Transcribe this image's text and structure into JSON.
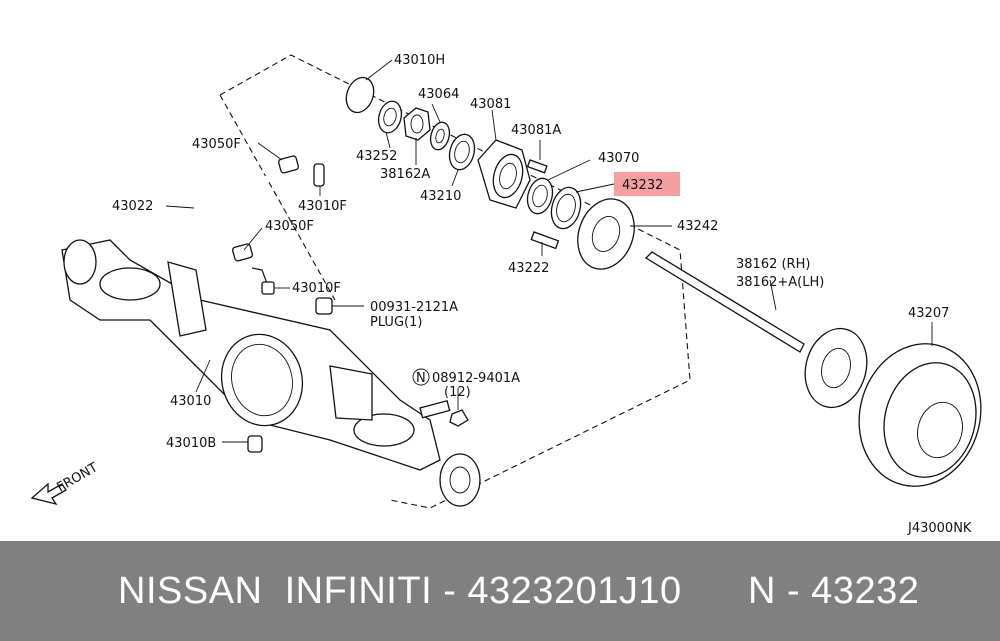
{
  "diagram": {
    "code": "J43000NK",
    "front_label": "FRONT",
    "highlight_color": "#f4a0a0",
    "labels": {
      "p43010H": "43010H",
      "p43064": "43064",
      "p43081": "43081",
      "p43081A": "43081A",
      "p43070": "43070",
      "p43232": "43232",
      "p43242": "43242",
      "p43252": "43252",
      "p38162A": "38162A",
      "p43210": "43210",
      "p43222": "43222",
      "p43050F_top": "43050F",
      "p43010F_top": "43010F",
      "p43022": "43022",
      "p43050F_mid": "43050F",
      "p43010F_mid": "43010F",
      "p00931": "00931-2121A",
      "plug": "PLUG(1)",
      "p38162_rh": "38162  (RH)",
      "p38162_lh": "38162+A(LH)",
      "p43207": "43207",
      "p08912": "08912-9401A",
      "qty12": "(12)",
      "n_circle": "N",
      "p43010": "43010",
      "p43010B": "43010B"
    }
  },
  "footer": {
    "brand": "NISSAN  INFINITI - 4323201J10",
    "part": "N - 43232"
  }
}
